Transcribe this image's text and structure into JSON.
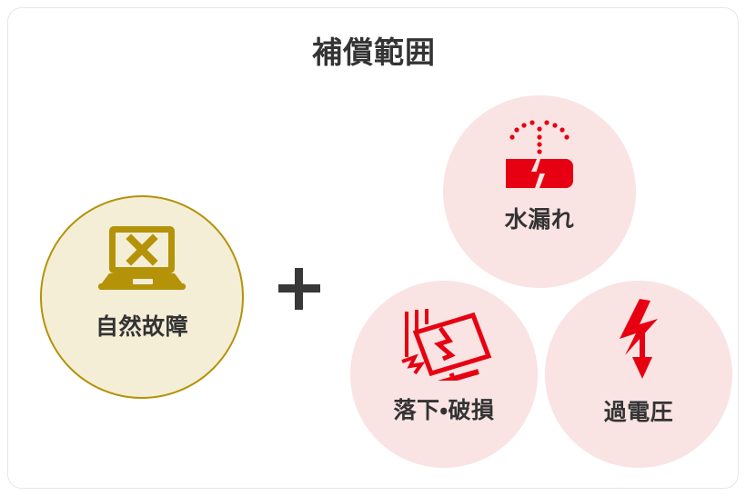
{
  "card": {
    "title": "補償範囲",
    "border_color": "#e7e7e7",
    "background_color": "#ffffff"
  },
  "operator": {
    "symbol": "+",
    "name": "plus-sign",
    "color": "#383838"
  },
  "colors": {
    "title_text": "#343434",
    "label_text": "#333333",
    "yellow_circle_fill": "#f5eed7",
    "yellow_circle_border": "#b49309",
    "yellow_icon": "#b49309",
    "pink_circle_fill": "#f9e3e3",
    "red_icon": "#e60012"
  },
  "groups": {
    "base": {
      "name": "natural-failure",
      "label": "自然故障",
      "icon": "laptop-error-icon",
      "circle_style": "yellow-outlined"
    },
    "additional": [
      {
        "name": "water-leak",
        "label": "水漏れ",
        "icon": "water-leak-icon",
        "circle_style": "pink-filled"
      },
      {
        "name": "drop-damage",
        "label": "落下・破損",
        "icon": "broken-monitor-icon",
        "circle_style": "pink-filled"
      },
      {
        "name": "overvoltage",
        "label": "過電圧",
        "icon": "lightning-bolt-arrow-icon",
        "circle_style": "pink-filled"
      }
    ]
  }
}
